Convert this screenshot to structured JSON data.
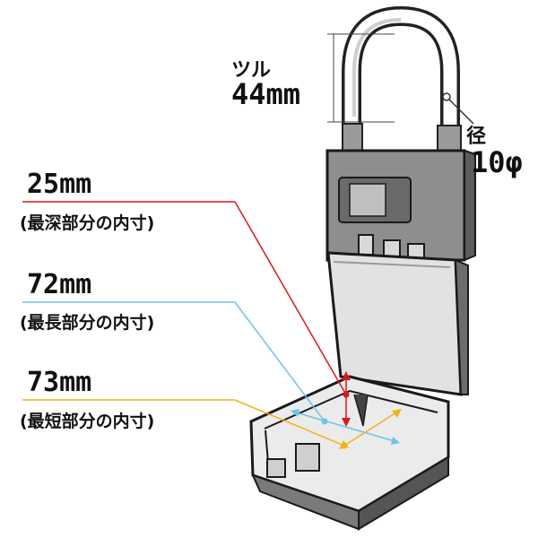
{
  "shackle": {
    "label": "ツル",
    "value": "44mm"
  },
  "diameter": {
    "label": "径",
    "value": "10φ"
  },
  "measurements": [
    {
      "value": "25mm",
      "caption": "(最深部分の内寸)",
      "color": "#d7191c"
    },
    {
      "value": "72mm",
      "caption": "(最長部分の内寸)",
      "color": "#6ec3e8"
    },
    {
      "value": "73mm",
      "caption": "(最短部分の内寸)",
      "color": "#f2b21b"
    }
  ]
}
